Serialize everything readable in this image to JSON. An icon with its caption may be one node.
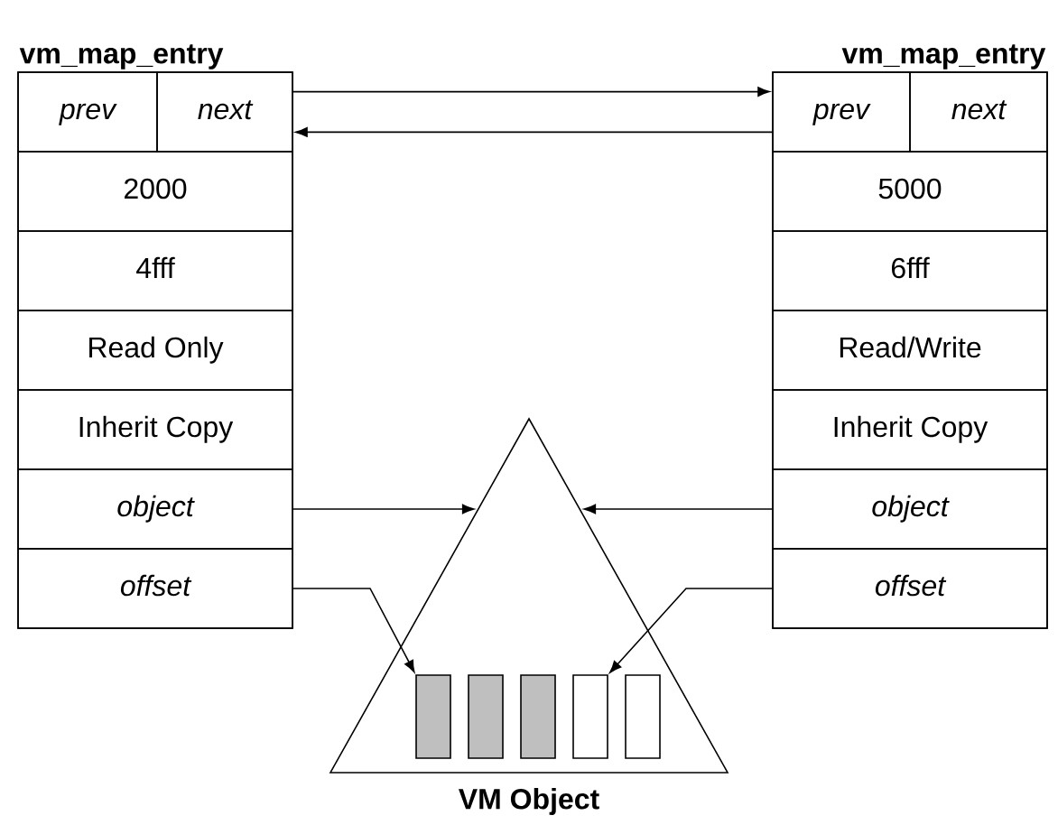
{
  "diagram": {
    "nodes": [
      {
        "text": [
          "vm_map_entry"
        ]
      },
      {
        "text": [
          "prev"
        ],
        "in": 0
      },
      {
        "text": [
          "next"
        ],
        "in": 0
      },
      {
        "text": [
          "2000"
        ],
        "in": 0
      },
      {
        "text": [
          "4fff"
        ],
        "in": 0
      },
      {
        "text": [
          "Read Only"
        ],
        "in": 0
      },
      {
        "text": [
          "Inherit Copy"
        ],
        "in": 0
      },
      {
        "text": [
          "object"
        ],
        "in": 0
      },
      {
        "text": [
          "offset"
        ],
        "in": 0
      },
      {
        "text": [
          "vm_map_entry"
        ]
      },
      {
        "text": [
          "prev"
        ],
        "in": 9
      },
      {
        "text": [
          "next"
        ],
        "in": 9
      },
      {
        "text": [
          "5000"
        ],
        "in": 9
      },
      {
        "text": [
          "6fff"
        ],
        "in": 9
      },
      {
        "text": [
          "Read/Write"
        ],
        "in": 9
      },
      {
        "text": [
          "Inherit Copy"
        ],
        "in": 9
      },
      {
        "text": [
          "object"
        ],
        "in": 9
      },
      {
        "text": [
          "offset"
        ],
        "in": 9
      },
      {
        "text": [
          "VM Object"
        ]
      },
      {
        "text": [],
        "shape": "box",
        "in": 18
      },
      {
        "text": [],
        "shape": "box",
        "in": 18
      },
      {
        "text": [],
        "shape": "box",
        "in": 18
      },
      {
        "text": [],
        "shape": "box",
        "in": 18
      },
      {
        "text": [],
        "shape": "box",
        "in": 18
      }
    ],
    "edges": [
      {
        "from": 2,
        "to": 10,
        "arrow": "to"
      },
      {
        "from": 10,
        "to": 2,
        "arrow": "to"
      },
      {
        "from": 7,
        "to": 18,
        "arrow": "to"
      },
      {
        "from": 16,
        "to": 18,
        "arrow": "to"
      },
      {
        "from": 8,
        "to": 19,
        "arrow": "to"
      },
      {
        "from": 17,
        "to": 22,
        "arrow": "to"
      }
    ]
  }
}
